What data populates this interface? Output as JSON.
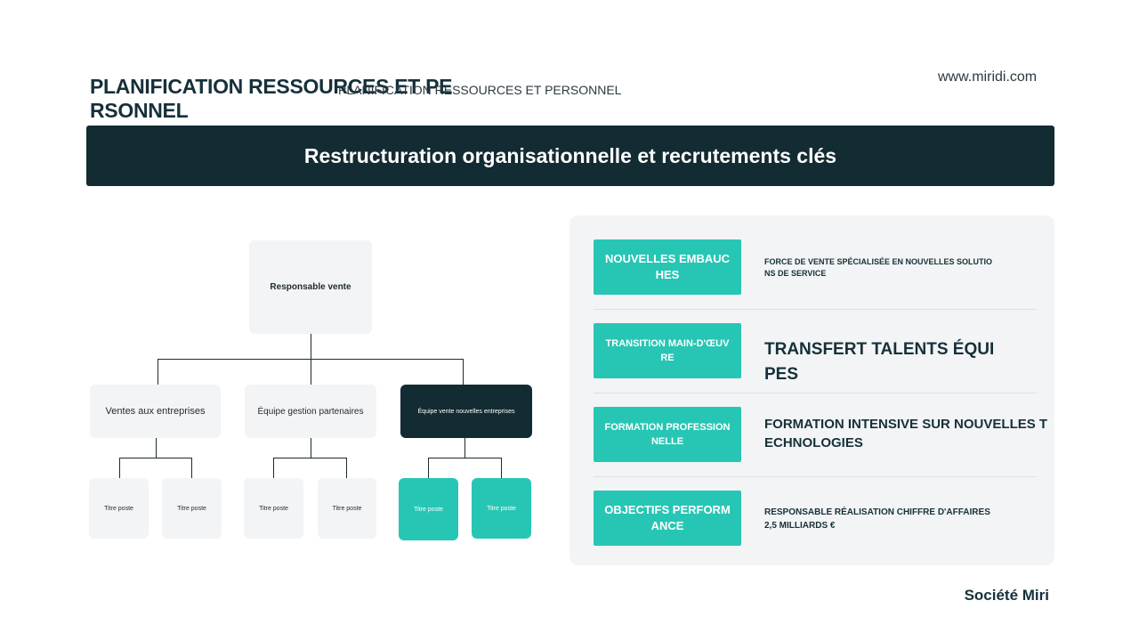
{
  "header": {
    "title": "PLANIFICATION RESSOURCES ET PERSONNEL",
    "title_ghost": "PLANIFICATION RESSOURCES ET PERSONNEL",
    "site_url": "www.miridi.com"
  },
  "banner": {
    "text": "Restructuration organisationnelle et recrutements clés"
  },
  "org_chart": {
    "root": "Responsable vente",
    "branches": [
      {
        "label": "Ventes aux entreprises",
        "children": [
          "Titre poste",
          "Titre poste"
        ]
      },
      {
        "label": "Équipe gestion partenaires",
        "children": [
          "Titre poste",
          "Titre poste"
        ]
      },
      {
        "label": "Équipe vente nouvelles entreprises",
        "children": [
          "Titre poste",
          "Titre poste"
        ]
      }
    ]
  },
  "panel": {
    "rows": [
      {
        "tag": "NOUVELLES EMBAUCHES",
        "description": "FORCE DE VENTE SPÉCIALISÉE EN NOUVELLES SOLUTIONS DE SERVICE"
      },
      {
        "tag": "TRANSITION MAIN-D'ŒUVRE",
        "description": "TRANSFERT TALENTS ÉQUIPES"
      },
      {
        "tag": "FORMATION PROFESSIONNELLE",
        "description": "FORMATION INTENSIVE SUR NOUVELLES TECHNOLOGIES"
      },
      {
        "tag": "OBJECTIFS PERFORMANCE",
        "description": "RESPONSABLE RÉALISATION CHIFFRE D'AFFAIRES 2,5 MILLIARDS €"
      }
    ]
  },
  "footer": {
    "company": "Société Miri"
  },
  "colors": {
    "dark": "#132b33",
    "accent": "#27c6b4",
    "light": "#f3f4f5"
  }
}
